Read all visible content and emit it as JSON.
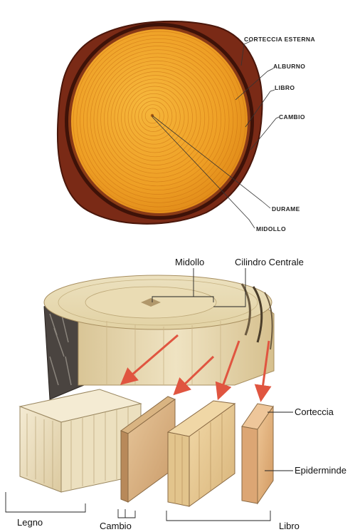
{
  "top_diagram": {
    "labels": {
      "corteccia_esterna": "CORTECCIA ESTERNA",
      "alburno": "ALBURNO",
      "libro": "LIBRO",
      "cambio": "CAMBIO",
      "durame": "DURAME",
      "midollo": "MIDOLLO"
    }
  },
  "bottom_diagram": {
    "labels": {
      "midollo": "Midollo",
      "cilindro_centrale": "Cilindro Centrale",
      "corteccia": "Corteccia",
      "epiderminde": "Epiderminde",
      "legno": "Legno",
      "cambio": "Cambio",
      "libro": "Libro"
    }
  },
  "colors": {
    "bark_outer": "#6b2414",
    "cambium_ring": "#3e1208",
    "sapwood": "#f0a42a",
    "heartwood": "#e48a18",
    "growth_ring": "#c76b10",
    "block_light": "#f1e6c8",
    "arrow": "#e05540"
  }
}
